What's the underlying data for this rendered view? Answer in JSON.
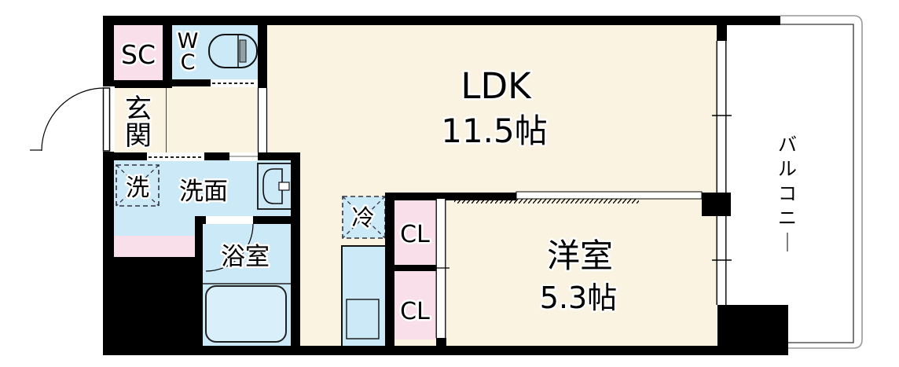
{
  "colors": {
    "wall": "#000000",
    "floor": "#FBF3E1",
    "wet_area": "#CBE9F7",
    "closet_pink": "#F9DFE9",
    "bathtub": "#D9F0FA",
    "balcony_line_outer": "#999999",
    "balcony_line_inner": "#333333"
  },
  "rooms": {
    "ldk": {
      "name": "LDK",
      "size": "11.5帖"
    },
    "western_room": {
      "name": "洋室",
      "size": "5.3帖"
    },
    "entrance": {
      "label": "玄関"
    },
    "shoe_closet": {
      "label": "SC"
    },
    "toilet": {
      "label": "WC"
    },
    "washroom": {
      "label": "洗面"
    },
    "washer_space": {
      "label": "洗"
    },
    "bathroom": {
      "label": "浴室"
    },
    "refrigerator_space": {
      "label": "冷"
    },
    "closet_upper": {
      "label": "CL"
    },
    "closet_lower": {
      "label": "CL"
    },
    "balcony": {
      "label": "バルコニー"
    }
  }
}
